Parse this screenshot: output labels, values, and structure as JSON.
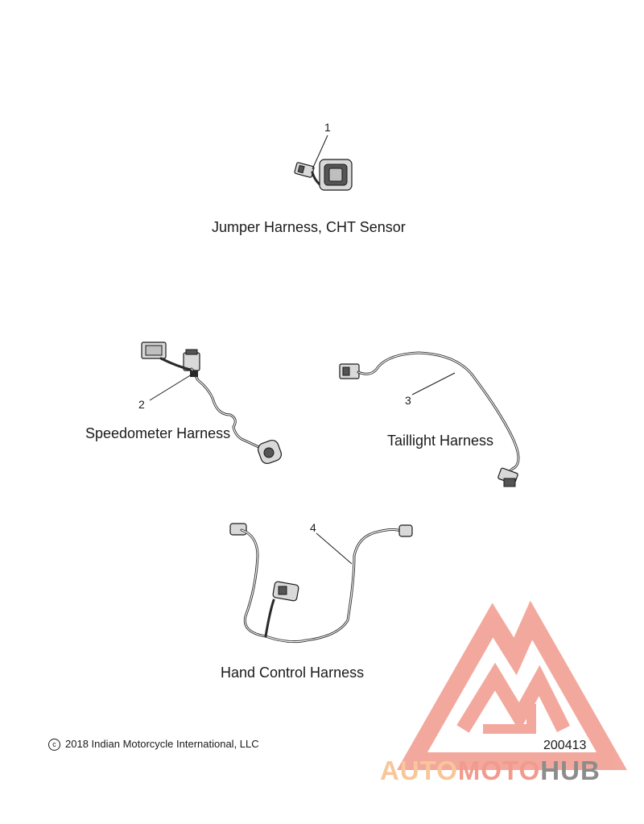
{
  "parts": [
    {
      "callout": "1",
      "label": "Jumper Harness, CHT Sensor"
    },
    {
      "callout": "2",
      "label": "Speedometer Harness"
    },
    {
      "callout": "3",
      "label": "Taillight Harness"
    },
    {
      "callout": "4",
      "label": "Hand Control Harness"
    }
  ],
  "footer": {
    "copyright_symbol": "c",
    "copyright": "2018 Indian Motorcycle International, LLC",
    "doc_id": "200413"
  },
  "watermark": {
    "auto": "AUTO",
    "moto": "MOTO",
    "hub": "HUB",
    "colors": {
      "auto": "#f7c79a",
      "moto": "#f29a8d",
      "hub": "#8c8c8c",
      "logo": "#f29a8d"
    }
  }
}
